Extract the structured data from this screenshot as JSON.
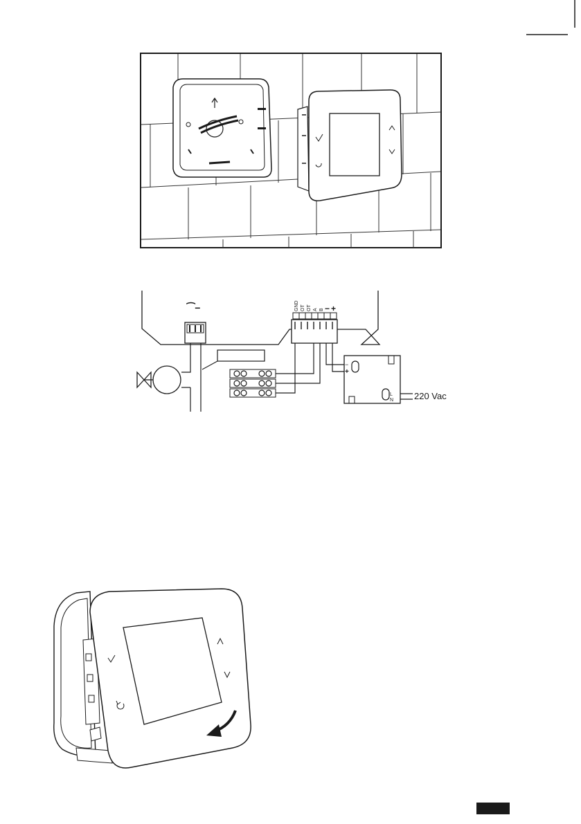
{
  "wiring": {
    "terminal_labels": [
      "GND",
      "OT",
      "OT",
      "A",
      "B",
      "−",
      "+"
    ],
    "relay_symbol": "⁀−",
    "psu_minus": "−",
    "psu_plus": "+",
    "psu_L": "L",
    "psu_N": "N",
    "supply_voltage": "220 Vac"
  },
  "icons": [
    "crop-mark-icon",
    "check-icon",
    "back-icon",
    "chevron-up-icon",
    "chevron-down-icon",
    "rotate-arrow-icon",
    "valve-icon"
  ]
}
